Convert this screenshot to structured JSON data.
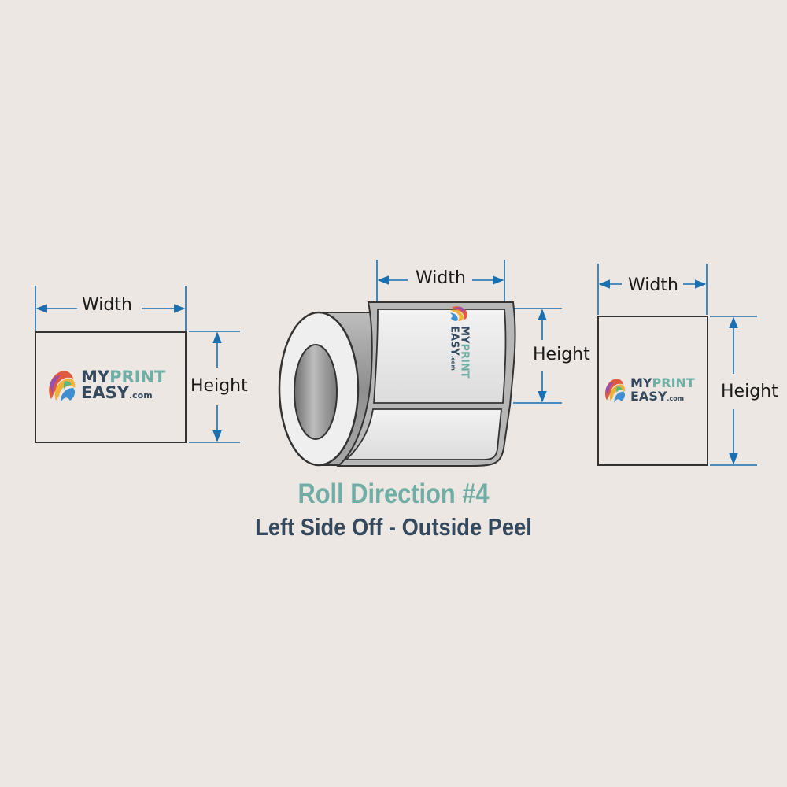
{
  "labels": {
    "width": "Width",
    "height": "Height"
  },
  "logo": {
    "my": "MY",
    "print": "PRINT",
    "easy": "EASY",
    "com": ".com"
  },
  "title": {
    "line1": "Roll Direction #4",
    "line2": "Left Side Off - Outside Peel"
  },
  "colors": {
    "background": "#ece7e2",
    "dimension_line": "#1a6fb0",
    "teal": "#6fada5",
    "navy": "#34495e"
  }
}
